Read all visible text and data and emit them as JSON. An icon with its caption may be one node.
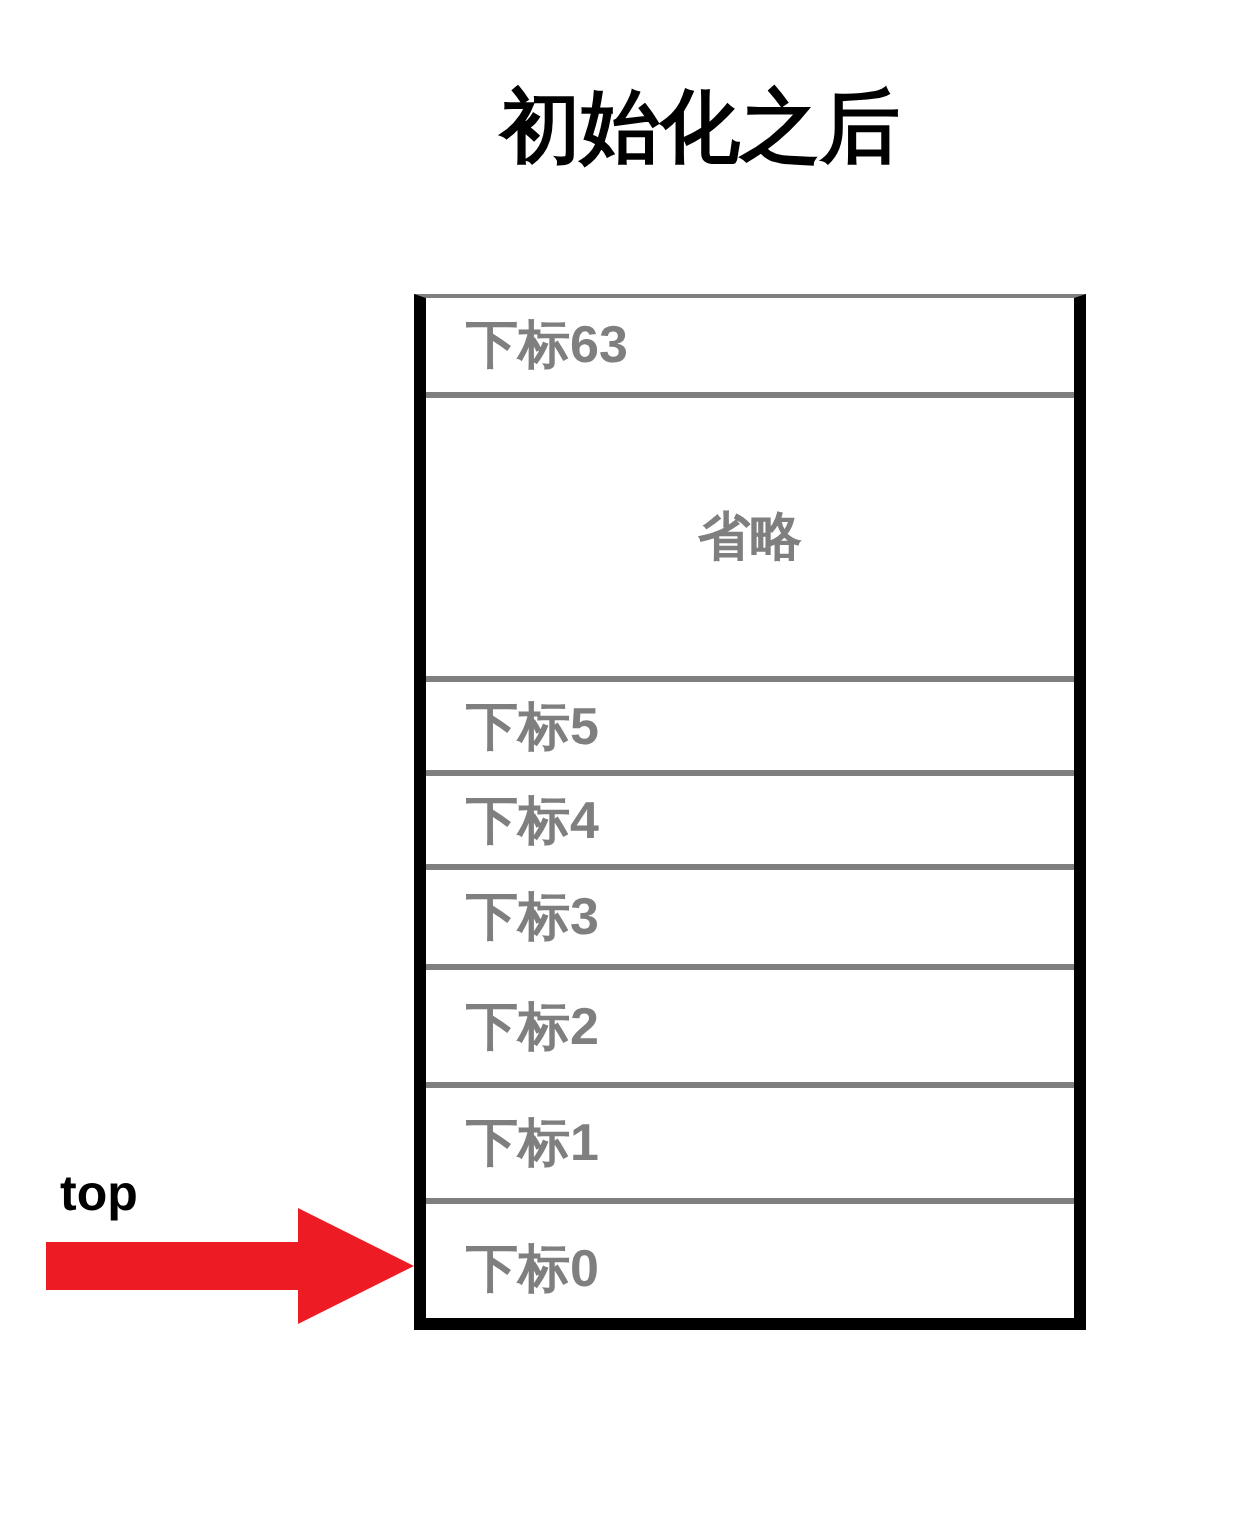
{
  "diagram": {
    "title": "初始化之后",
    "nodes": [
      {
        "text": [],
        "shape": "box"
      },
      {
        "text": [
          "下标63"
        ],
        "in": 0
      },
      {
        "text": [
          "省略"
        ],
        "in": 0
      },
      {
        "text": [
          "下标5"
        ],
        "in": 0
      },
      {
        "text": [
          "下标4"
        ],
        "in": 0
      },
      {
        "text": [
          "下标3"
        ],
        "in": 0
      },
      {
        "text": [
          "下标2"
        ],
        "in": 0
      },
      {
        "text": [
          "下标1"
        ],
        "in": 0
      },
      {
        "text": [
          "下标0"
        ],
        "in": 0
      }
    ],
    "edges": [
      {
        "from": null,
        "to": 8,
        "arrow": "to",
        "label": "top",
        "color": "#ed1c24"
      }
    ]
  }
}
